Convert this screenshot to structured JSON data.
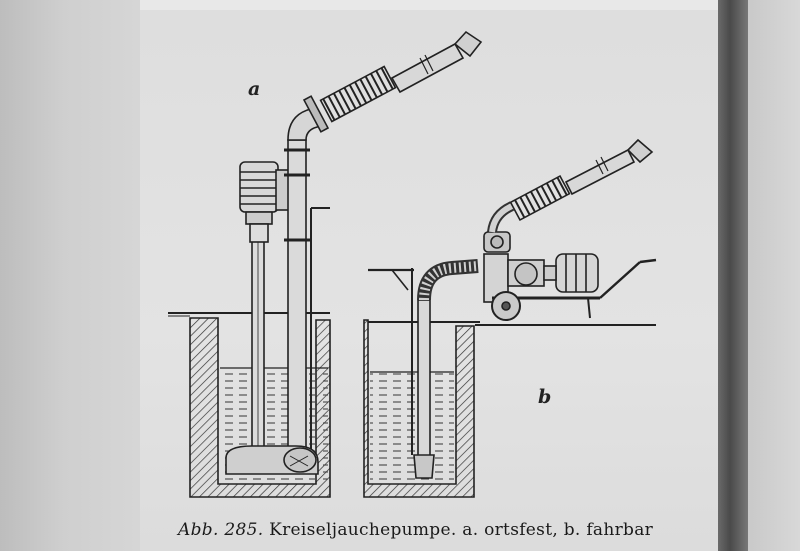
{
  "figure": {
    "label_a": "a",
    "label_b": "b",
    "caption_number": "Abb. 285.",
    "caption_text": "Kreiseljauchepumpe. a. ortsfest, b. fahrbar"
  }
}
